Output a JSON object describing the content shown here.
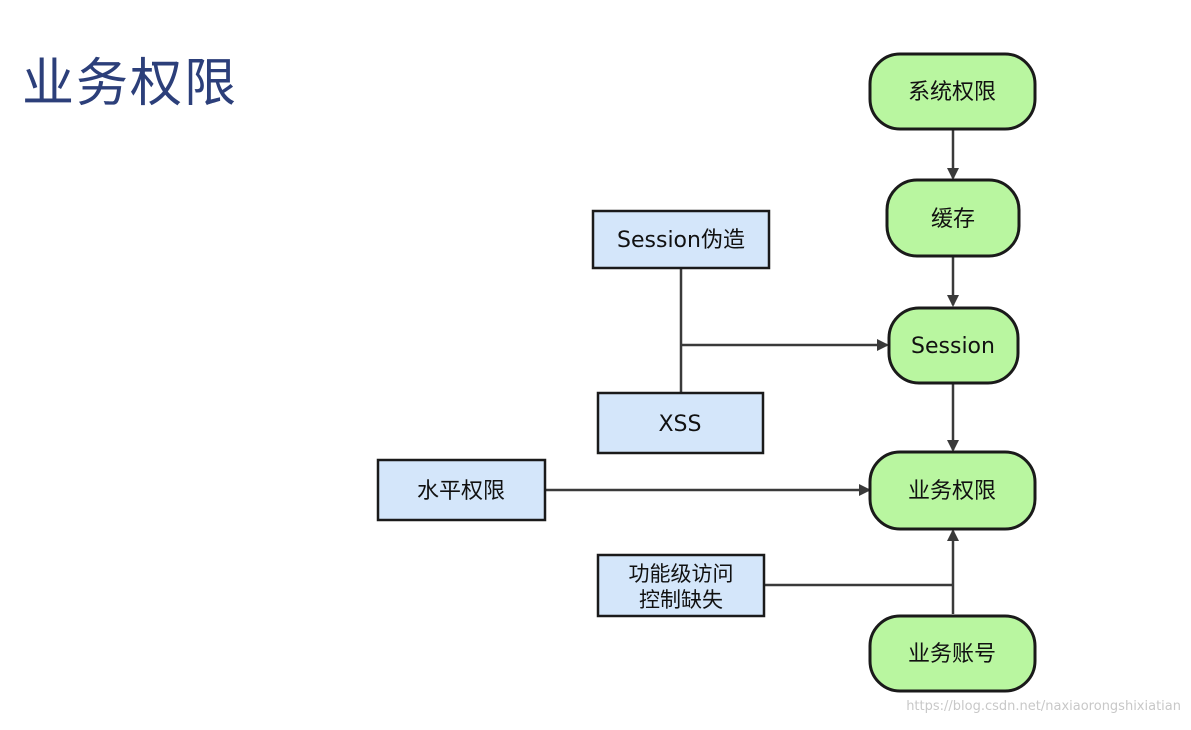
{
  "page": {
    "title": "业务权限",
    "watermark": "https://blog.csdn.net/naxiaorongshixiatian"
  },
  "diagram": {
    "nodes": {
      "system_permission": "系统权限",
      "cache": "缓存",
      "session": "Session",
      "business_permission": "业务权限",
      "business_account": "业务账号",
      "session_forgery": "Session伪造",
      "xss": "XSS",
      "horizontal_permission": "水平权限",
      "function_access_line1": "功能级访问",
      "function_access_line2": "控制缺失"
    }
  },
  "colors": {
    "title": "#2c3f7a",
    "rounded_node_fill": "#b9f6a0",
    "rect_node_fill": "#d4e6fa",
    "edge": "#3a3a3a"
  }
}
